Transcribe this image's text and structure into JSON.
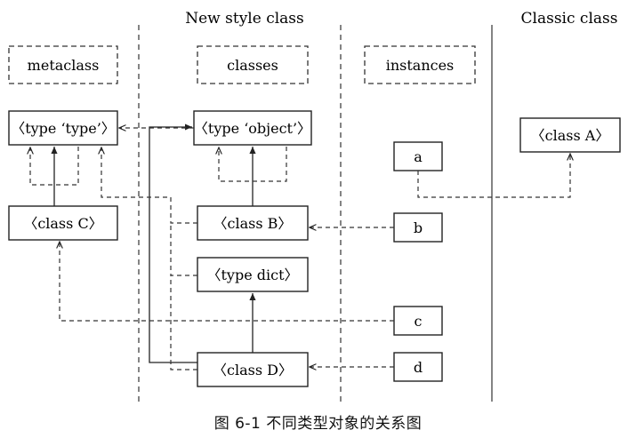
{
  "headings": {
    "new_style": "New style class",
    "classic": "Classic class"
  },
  "column_labels": {
    "metaclass": "metaclass",
    "classes": "classes",
    "instances": "instances"
  },
  "boxes": {
    "type_type": "〈type ‘type’〉",
    "type_object": "〈type ‘object’〉",
    "class_c": "〈class C〉",
    "class_b": "〈class B〉",
    "type_dict": "〈type dict〉",
    "class_d": "〈class D〉",
    "inst_a": "a",
    "inst_b": "b",
    "inst_c": "c",
    "inst_d": "d",
    "class_a": "〈class A〉"
  },
  "caption": "图 6-1   不同类型对象的关系图"
}
